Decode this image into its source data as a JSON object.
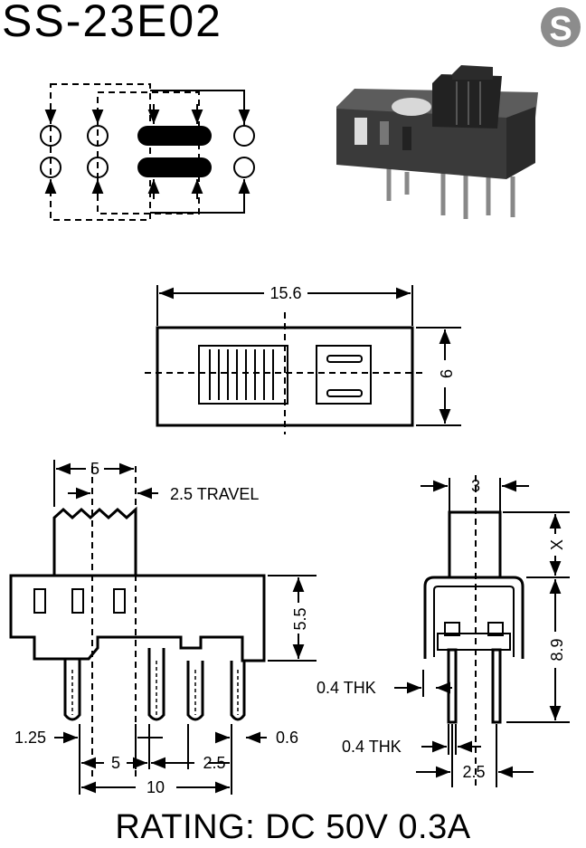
{
  "model": "SS-23E02",
  "brand_mark": "S",
  "rating": "RATING: DC 50V 0.3A",
  "dims": {
    "width": "15.6",
    "height": "6",
    "actuator": "5",
    "travel": "2.5 TRAVEL",
    "body_h": "5.5",
    "pin_offset": "1.25",
    "pin_dia": "0.6",
    "pitch_a": "5",
    "pitch_b": "2.5",
    "total": "10",
    "side_w": "3",
    "side_x": "X",
    "side_h": "8.9",
    "thk1": "0.4 THK",
    "thk2": "0.4 THK",
    "side_pitch": "2.5"
  },
  "colors": {
    "ink": "#000000",
    "logo": "#8c8c8c",
    "photo_body": "#3a3a3a"
  }
}
